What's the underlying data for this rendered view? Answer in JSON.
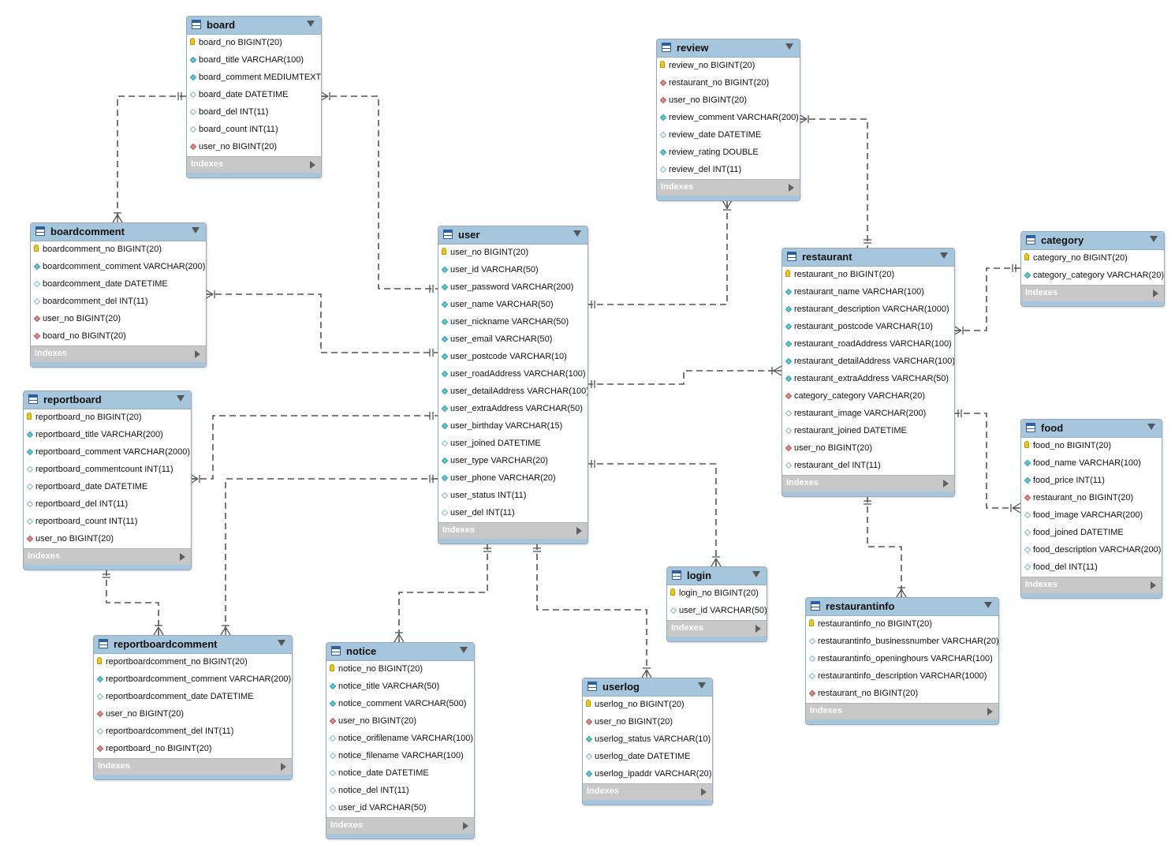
{
  "indexes_label": "Indexes",
  "tables": [
    {
      "id": "board",
      "name": "board",
      "columns": [
        {
          "name": "board_no BIGINT(20)",
          "kind": "pk"
        },
        {
          "name": "board_title VARCHAR(100)",
          "kind": "nn"
        },
        {
          "name": "board_comment MEDIUMTEXT",
          "kind": "nn"
        },
        {
          "name": "board_date DATETIME",
          "kind": "op"
        },
        {
          "name": "board_del INT(11)",
          "kind": "op"
        },
        {
          "name": "board_count INT(11)",
          "kind": "op"
        },
        {
          "name": "user_no BIGINT(20)",
          "kind": "fk"
        }
      ]
    },
    {
      "id": "boardcomment",
      "name": "boardcomment",
      "columns": [
        {
          "name": "boardcomment_no BIGINT(20)",
          "kind": "pk"
        },
        {
          "name": "boardcomment_comment VARCHAR(200)",
          "kind": "nn"
        },
        {
          "name": "boardcomment_date DATETIME",
          "kind": "op"
        },
        {
          "name": "boardcomment_del INT(11)",
          "kind": "op"
        },
        {
          "name": "user_no BIGINT(20)",
          "kind": "fk"
        },
        {
          "name": "board_no BIGINT(20)",
          "kind": "fk"
        }
      ]
    },
    {
      "id": "reportboard",
      "name": "reportboard",
      "columns": [
        {
          "name": "reportboard_no BIGINT(20)",
          "kind": "pk"
        },
        {
          "name": "reportboard_title VARCHAR(200)",
          "kind": "nn"
        },
        {
          "name": "reportboard_comment VARCHAR(2000)",
          "kind": "nn"
        },
        {
          "name": "reportboard_commentcount INT(11)",
          "kind": "op"
        },
        {
          "name": "reportboard_date DATETIME",
          "kind": "op"
        },
        {
          "name": "reportboard_del INT(11)",
          "kind": "op"
        },
        {
          "name": "reportboard_count INT(11)",
          "kind": "op"
        },
        {
          "name": "user_no BIGINT(20)",
          "kind": "fk"
        }
      ]
    },
    {
      "id": "reportboardcomment",
      "name": "reportboardcomment",
      "columns": [
        {
          "name": "reportboardcomment_no BIGINT(20)",
          "kind": "pk"
        },
        {
          "name": "reportboardcomment_comment VARCHAR(200)",
          "kind": "nn"
        },
        {
          "name": "reportboardcomment_date DATETIME",
          "kind": "op"
        },
        {
          "name": "user_no BIGINT(20)",
          "kind": "fk"
        },
        {
          "name": "reportboardcomment_del INT(11)",
          "kind": "op"
        },
        {
          "name": "reportboard_no BIGINT(20)",
          "kind": "fk"
        }
      ]
    },
    {
      "id": "user",
      "name": "user",
      "columns": [
        {
          "name": "user_no BIGINT(20)",
          "kind": "pk"
        },
        {
          "name": "user_id VARCHAR(50)",
          "kind": "nn"
        },
        {
          "name": "user_password VARCHAR(200)",
          "kind": "nn"
        },
        {
          "name": "user_name VARCHAR(50)",
          "kind": "nn"
        },
        {
          "name": "user_nickname VARCHAR(50)",
          "kind": "nn"
        },
        {
          "name": "user_email VARCHAR(50)",
          "kind": "nn"
        },
        {
          "name": "user_postcode VARCHAR(10)",
          "kind": "nn"
        },
        {
          "name": "user_roadAddress VARCHAR(100)",
          "kind": "nn"
        },
        {
          "name": "user_detailAddress VARCHAR(100)",
          "kind": "nn"
        },
        {
          "name": "user_extraAddress VARCHAR(50)",
          "kind": "nn"
        },
        {
          "name": "user_birthday VARCHAR(15)",
          "kind": "nn"
        },
        {
          "name": "user_joined DATETIME",
          "kind": "op"
        },
        {
          "name": "user_type VARCHAR(20)",
          "kind": "nn"
        },
        {
          "name": "user_phone VARCHAR(20)",
          "kind": "nn"
        },
        {
          "name": "user_status INT(11)",
          "kind": "op"
        },
        {
          "name": "user_del INT(11)",
          "kind": "op"
        }
      ]
    },
    {
      "id": "notice",
      "name": "notice",
      "columns": [
        {
          "name": "notice_no BIGINT(20)",
          "kind": "pk"
        },
        {
          "name": "notice_title VARCHAR(50)",
          "kind": "nn"
        },
        {
          "name": "notice_comment VARCHAR(500)",
          "kind": "nn"
        },
        {
          "name": "user_no BIGINT(20)",
          "kind": "fk"
        },
        {
          "name": "notice_orifilename VARCHAR(100)",
          "kind": "op"
        },
        {
          "name": "notice_filename VARCHAR(100)",
          "kind": "op"
        },
        {
          "name": "notice_date DATETIME",
          "kind": "op"
        },
        {
          "name": "notice_del INT(11)",
          "kind": "op"
        },
        {
          "name": "user_id VARCHAR(50)",
          "kind": "op"
        }
      ]
    },
    {
      "id": "review",
      "name": "review",
      "columns": [
        {
          "name": "review_no BIGINT(20)",
          "kind": "pk"
        },
        {
          "name": "restaurant_no BIGINT(20)",
          "kind": "fk"
        },
        {
          "name": "user_no BIGINT(20)",
          "kind": "fk"
        },
        {
          "name": "review_comment VARCHAR(200)",
          "kind": "nn"
        },
        {
          "name": "review_date DATETIME",
          "kind": "op"
        },
        {
          "name": "review_rating DOUBLE",
          "kind": "nn"
        },
        {
          "name": "review_del INT(11)",
          "kind": "op"
        }
      ]
    },
    {
      "id": "restaurant",
      "name": "restaurant",
      "columns": [
        {
          "name": "restaurant_no BIGINT(20)",
          "kind": "pk"
        },
        {
          "name": "restaurant_name VARCHAR(100)",
          "kind": "nn"
        },
        {
          "name": "restaurant_description VARCHAR(1000)",
          "kind": "nn"
        },
        {
          "name": "restaurant_postcode VARCHAR(10)",
          "kind": "nn"
        },
        {
          "name": "restaurant_roadAddress VARCHAR(100)",
          "kind": "nn"
        },
        {
          "name": "restaurant_detailAddress VARCHAR(100)",
          "kind": "nn"
        },
        {
          "name": "restaurant_extraAddress VARCHAR(50)",
          "kind": "nn"
        },
        {
          "name": "category_category VARCHAR(20)",
          "kind": "fk"
        },
        {
          "name": "restaurant_image VARCHAR(200)",
          "kind": "op"
        },
        {
          "name": "restaurant_joined DATETIME",
          "kind": "op"
        },
        {
          "name": "user_no BIGINT(20)",
          "kind": "fk"
        },
        {
          "name": "restaurant_del INT(11)",
          "kind": "op"
        }
      ]
    },
    {
      "id": "category",
      "name": "category",
      "columns": [
        {
          "name": "category_no BIGINT(20)",
          "kind": "pk"
        },
        {
          "name": "category_category VARCHAR(20)",
          "kind": "nn"
        }
      ]
    },
    {
      "id": "food",
      "name": "food",
      "columns": [
        {
          "name": "food_no BIGINT(20)",
          "kind": "pk"
        },
        {
          "name": "food_name VARCHAR(100)",
          "kind": "nn"
        },
        {
          "name": "food_price INT(11)",
          "kind": "nn"
        },
        {
          "name": "restaurant_no BIGINT(20)",
          "kind": "fk"
        },
        {
          "name": "food_image VARCHAR(200)",
          "kind": "op"
        },
        {
          "name": "food_joined DATETIME",
          "kind": "op"
        },
        {
          "name": "food_description VARCHAR(200)",
          "kind": "op"
        },
        {
          "name": "food_del INT(11)",
          "kind": "op"
        }
      ]
    },
    {
      "id": "login",
      "name": "login",
      "columns": [
        {
          "name": "login_no BIGINT(20)",
          "kind": "pk"
        },
        {
          "name": "user_id VARCHAR(50)",
          "kind": "op"
        }
      ]
    },
    {
      "id": "userlog",
      "name": "userlog",
      "columns": [
        {
          "name": "userlog_no BIGINT(20)",
          "kind": "pk"
        },
        {
          "name": "user_no BIGINT(20)",
          "kind": "fk"
        },
        {
          "name": "userlog_status VARCHAR(10)",
          "kind": "nn"
        },
        {
          "name": "userlog_date DATETIME",
          "kind": "op"
        },
        {
          "name": "userlog_ipaddr VARCHAR(20)",
          "kind": "nn"
        }
      ]
    },
    {
      "id": "restaurantinfo",
      "name": "restaurantinfo",
      "columns": [
        {
          "name": "restaurantinfo_no BIGINT(20)",
          "kind": "pk"
        },
        {
          "name": "restaurantinfo_businessnumber VARCHAR(20)",
          "kind": "op"
        },
        {
          "name": "restaurantinfo_openinghours VARCHAR(100)",
          "kind": "op"
        },
        {
          "name": "restaurantinfo_description VARCHAR(1000)",
          "kind": "op"
        },
        {
          "name": "restaurant_no BIGINT(20)",
          "kind": "fk"
        }
      ]
    }
  ],
  "relationships": [
    {
      "from": "board",
      "to": "boardcomment",
      "cardinality": "one-to-many"
    },
    {
      "from": "user",
      "to": "board",
      "cardinality": "one-to-many"
    },
    {
      "from": "user",
      "to": "boardcomment",
      "cardinality": "one-to-many"
    },
    {
      "from": "user",
      "to": "reportboard",
      "cardinality": "one-to-many"
    },
    {
      "from": "user",
      "to": "reportboardcomment",
      "cardinality": "one-to-many"
    },
    {
      "from": "reportboard",
      "to": "reportboardcomment",
      "cardinality": "one-to-many"
    },
    {
      "from": "user",
      "to": "notice",
      "cardinality": "one-to-many"
    },
    {
      "from": "user",
      "to": "userlog",
      "cardinality": "one-to-many"
    },
    {
      "from": "user",
      "to": "login",
      "cardinality": "one-to-many"
    },
    {
      "from": "user",
      "to": "review",
      "cardinality": "one-to-many"
    },
    {
      "from": "user",
      "to": "restaurant",
      "cardinality": "one-to-many"
    },
    {
      "from": "restaurant",
      "to": "review",
      "cardinality": "one-to-many"
    },
    {
      "from": "category",
      "to": "restaurant",
      "cardinality": "one-to-many"
    },
    {
      "from": "restaurant",
      "to": "food",
      "cardinality": "one-to-many"
    },
    {
      "from": "restaurant",
      "to": "restaurantinfo",
      "cardinality": "one-to-many"
    }
  ]
}
